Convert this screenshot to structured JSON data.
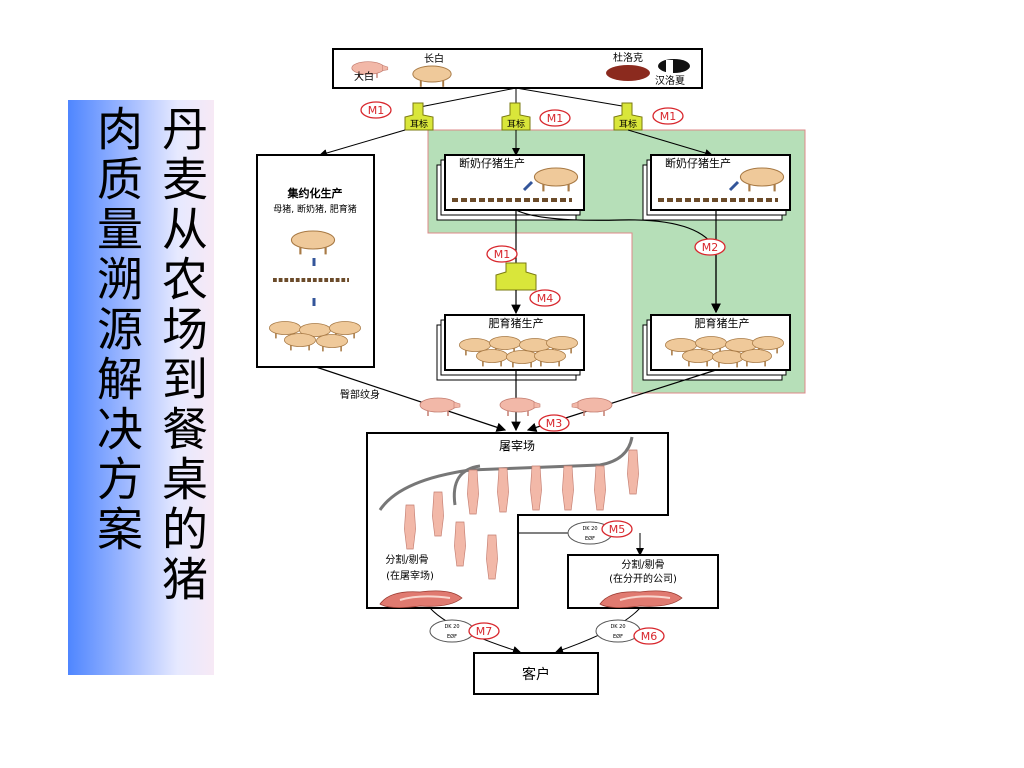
{
  "title": {
    "col_right": "丹麦从农场到餐桌的猪",
    "col_left": "肉质量溯源解决方案"
  },
  "diagram": {
    "breeds": {
      "b1": "长白",
      "b2": "大白",
      "b3": "杜洛克",
      "b4": "汉洛夏"
    },
    "ear_tag": "耳标",
    "box_intensive": {
      "title": "集约化生产",
      "subtitle": "母猪, 断奶猪, 肥育猪"
    },
    "weaner_1": "断奶仔猪生产",
    "weaner_2": "断奶仔猪生产",
    "finisher_1": "肥育猪生产",
    "finisher_2": "肥育猪生产",
    "tattoo": "臀部纹身",
    "slaughter": "屠宰场",
    "cut_slaughter": {
      "line1": "分割/剔骨",
      "line2": "(在屠宰场)"
    },
    "cut_company": {
      "line1": "分割/剔骨",
      "line2": "(在分开的公司)"
    },
    "customer": "客户",
    "stamp": {
      "line1": "DK 20",
      "line2": "EØF"
    },
    "markers": {
      "m1": "M1",
      "m2": "M2",
      "m3": "M3",
      "m4": "M4",
      "m5": "M5",
      "m6": "M6",
      "m7": "M7"
    }
  },
  "colors": {
    "green_zone": "#b6dfb8",
    "tag_yellow": "#d9e63a",
    "pig_pink": "#f2b8a8",
    "pig_tan": "#efc99a",
    "marker_red": "#d8262c",
    "title_blue": "#4f86ff"
  }
}
